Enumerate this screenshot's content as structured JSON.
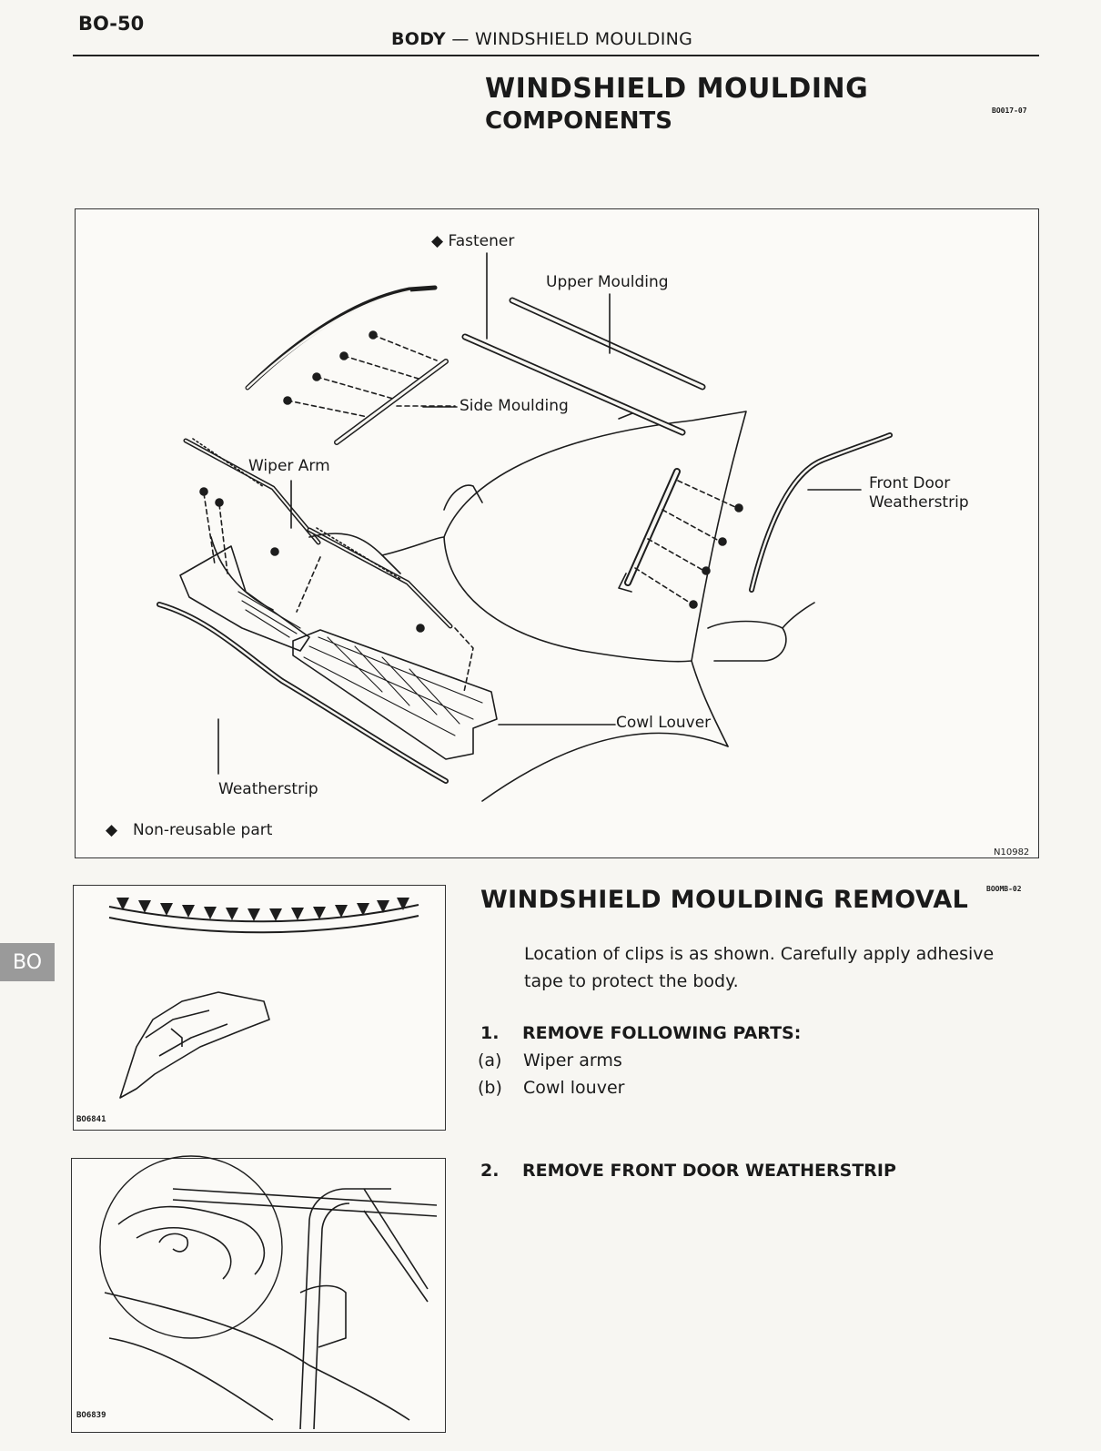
{
  "header": {
    "page_id": "BO-50",
    "section": "BODY",
    "dash": "—",
    "topic": "WINDSHIELD MOULDING"
  },
  "title": {
    "main": "WINDSHIELD MOULDING",
    "sub": "COMPONENTS",
    "code": "BO017-07"
  },
  "components_figure": {
    "labels": {
      "fastener": "◆ Fastener",
      "upper_moulding": "Upper Moulding",
      "side_moulding": "Side Moulding",
      "wiper_arm": "Wiper Arm",
      "front_door_weatherstrip_1": "Front Door",
      "front_door_weatherstrip_2": "Weatherstrip",
      "cowl_louver": "Cowl Louver",
      "weatherstrip": "Weatherstrip"
    },
    "legend_marker": "◆",
    "legend": "Non-reusable part",
    "figure_id": "N10982"
  },
  "removal": {
    "title": "WINDSHIELD MOULDING REMOVAL",
    "code": "BOOMB-02",
    "intro_line1": "Location of clips is as shown. Carefully apply adhesive",
    "intro_line2": "tape to protect the body.",
    "step1_num": "1.",
    "step1_text": "REMOVE FOLLOWING PARTS:",
    "step1_a_mark": "(a)",
    "step1_a": "Wiper arms",
    "step1_b_mark": "(b)",
    "step1_b": "Cowl louver",
    "step2_num": "2.",
    "step2_text": "REMOVE FRONT DOOR WEATHERSTRIP",
    "fig1_id": "BO6841",
    "fig2_id": "BO6839"
  },
  "side_tab": "BO"
}
